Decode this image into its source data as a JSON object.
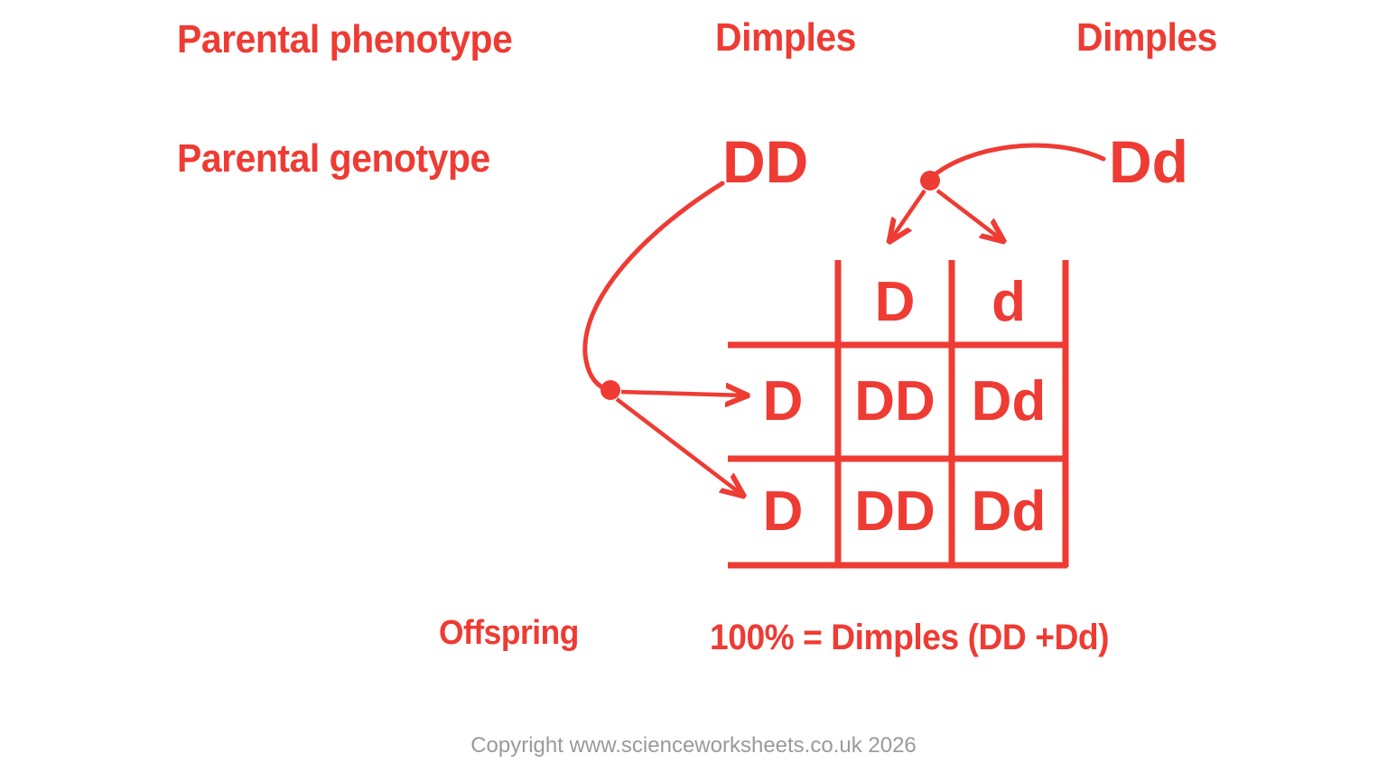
{
  "labels": {
    "parental_phenotype": "Parental phenotype",
    "parental_genotype": "Parental genotype",
    "offspring": "Offspring"
  },
  "parents": {
    "phenotype_left": "Dimples",
    "phenotype_right": "Dimples",
    "genotype_left": "DD",
    "genotype_right": "Dd"
  },
  "punnett": {
    "column_headers": [
      "D",
      "d"
    ],
    "row_headers": [
      "D",
      "D"
    ],
    "cells": [
      [
        "DD",
        "Dd"
      ],
      [
        "DD",
        "Dd"
      ]
    ]
  },
  "result": {
    "text": "100% = Dimples (DD +Dd)"
  },
  "footer": {
    "copyright": "Copyright www.scienceworksheets.co.uk 2026"
  },
  "colors": {
    "accent_red": "#ee3b33",
    "footer_gray": "#9a9a9a",
    "background": "#ffffff"
  },
  "chart_data": {
    "type": "table",
    "title": "Punnett square: DD x Dd cross for dimples",
    "columns": [
      "D",
      "d"
    ],
    "rows": [
      "D",
      "D"
    ],
    "values": [
      [
        "DD",
        "Dd"
      ],
      [
        "DD",
        "Dd"
      ]
    ],
    "annotations": [
      "Parental phenotype: Dimples x Dimples",
      "Parental genotype: DD x Dd",
      "Offspring: 100% = Dimples (DD +Dd)"
    ]
  }
}
